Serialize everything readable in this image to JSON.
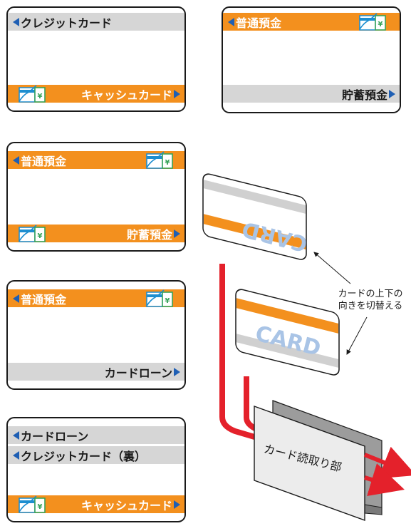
{
  "panels": {
    "p1": {
      "top": "クレジットカード",
      "bottom": "キャッシュカード"
    },
    "p2": {
      "top": "普通預金",
      "bottom": "貯蓄預金"
    },
    "p3": {
      "top": "普通預金",
      "bottom": "貯蓄預金"
    },
    "p4": {
      "top": "普通預金",
      "bottom": "カードローン"
    },
    "p5": {
      "line1": "カードローン",
      "line2": "クレジットカード（裏）",
      "bottom": "キャッシュカード"
    }
  },
  "cards": {
    "card_text": "CARD"
  },
  "callout": {
    "line1": "カードの上下の",
    "line2": "向きを切替える"
  },
  "reader": {
    "label": "カード読取り部"
  },
  "icons": {
    "cash_card_icon": "cash-card-yen",
    "yen_symbol": "¥"
  },
  "colors": {
    "orange": "#f3901e",
    "gray": "#d6d6d6",
    "blue_arrow": "#1f5fb4",
    "red_path": "#e4212b",
    "card_text": "#a9c4e6"
  }
}
